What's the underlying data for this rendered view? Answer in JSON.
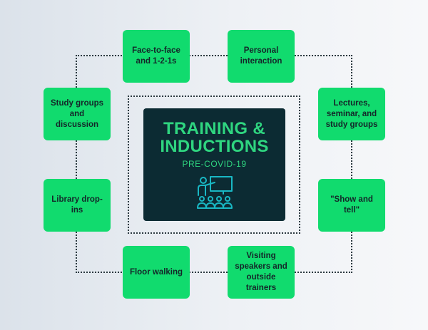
{
  "center": {
    "title": "TRAINING &\nINDUCTIONS",
    "subtitle": "PRE-COVID-19",
    "icon": "classroom-teacher-icon"
  },
  "nodes": [
    {
      "id": "face-to-face",
      "label": "Face-to-face\nand 1-2-1s"
    },
    {
      "id": "personal-interaction",
      "label": "Personal\ninteraction"
    },
    {
      "id": "study-groups",
      "label": "Study groups\nand discussion"
    },
    {
      "id": "lectures",
      "label": "Lectures,\nseminar, and\nstudy groups"
    },
    {
      "id": "library-drop-ins",
      "label": "Library drop-ins"
    },
    {
      "id": "show-and-tell",
      "label": "\"Show and tell\""
    },
    {
      "id": "floor-walking",
      "label": "Floor walking"
    },
    {
      "id": "visiting-speakers",
      "label": "Visiting\nspeakers and\noutside trainers"
    }
  ],
  "colors": {
    "node_fill": "#11db6e",
    "panel_fill": "#0c2b33",
    "accent_text": "#2fd680",
    "icon_stroke": "#19b8c4",
    "dotted_line": "#2b3940"
  }
}
